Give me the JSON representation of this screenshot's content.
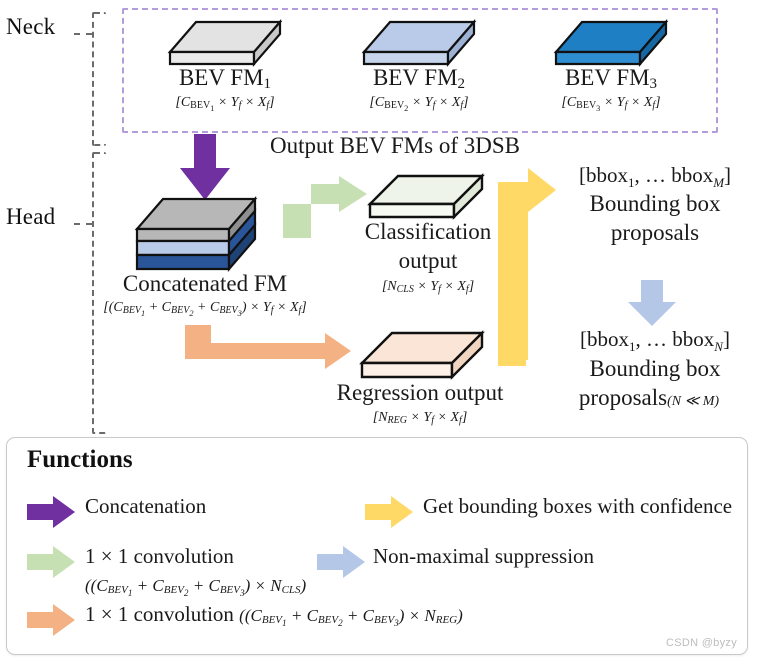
{
  "stages": {
    "neck_label": "Neck",
    "head_label": "Head"
  },
  "neck": {
    "caption_below": "Output BEV FMs of 3DSB",
    "feature_maps": [
      {
        "name": "BEV FM",
        "index": "1",
        "dims": "[C_BEV1 × Yf × Xf]",
        "color_top": "#e3e3e3",
        "color_side": "#c9c9c9"
      },
      {
        "name": "BEV FM",
        "index": "2",
        "dims": "[C_BEV2 × Yf × Xf]",
        "color_top": "#b9cbe8",
        "color_side": "#9db2d4"
      },
      {
        "name": "BEV FM",
        "index": "3",
        "dims": "[C_BEV3 × Yf × Xf]",
        "color_top": "#1f7fc4",
        "color_side": "#1668a5"
      }
    ]
  },
  "head": {
    "concat": {
      "caption": "Concatenated FM",
      "dims": "[(C_BEV1 + C_BEV2 + C_BEV3) × Yf × Xf]",
      "layer_colors": [
        "#b7b7b7",
        "#b9cbe8",
        "#2a5699"
      ]
    },
    "classification": {
      "caption_line1": "Classification",
      "caption_line2": "output",
      "dims": "[NCLS × Yf × Xf]",
      "color_top": "#eef4e9",
      "color_side": "#e2ead9"
    },
    "regression": {
      "caption": "Regression output",
      "dims": "[NREG × Yf × Xf]",
      "color_top": "#fae5d6",
      "color_side": "#f2d5c0"
    },
    "proposals_top": {
      "bbox_list": "[bbox1, … bboxM]",
      "label_line1": "Bounding box",
      "label_line2": "proposals"
    },
    "proposals_bottom": {
      "bbox_list": "[bbox1, … bboxN]",
      "label_line1": "Bounding box",
      "label_line2": "proposals",
      "note": "(N ≪ M)"
    }
  },
  "arrows": {
    "concatenation_color": "#7030a0",
    "classification_color": "#c6e0b4",
    "regression_color": "#f4b183",
    "getboxes_color": "#ffd966",
    "nms_color": "#b4c7e7"
  },
  "functions_panel": {
    "title": "Functions",
    "items": [
      {
        "id": "concatenation",
        "label": "Concatenation",
        "color": "#7030a0",
        "formula": ""
      },
      {
        "id": "conv-cls",
        "label": "1 × 1 convolution",
        "color": "#c6e0b4",
        "formula": "((C_BEV1 + C_BEV2 + C_BEV3) × NCLS)"
      },
      {
        "id": "conv-reg",
        "label": "1 × 1 convolution",
        "color": "#f4b183",
        "formula": "((C_BEV1 + C_BEV2 + C_BEV3) × NREG)"
      },
      {
        "id": "get-boxes",
        "label": "Get bounding boxes with confidence",
        "color": "#ffd966",
        "formula": ""
      },
      {
        "id": "nms",
        "label": "Non-maximal suppression",
        "color": "#b4c7e7",
        "formula": ""
      }
    ]
  },
  "watermark": "CSDN @byzy"
}
